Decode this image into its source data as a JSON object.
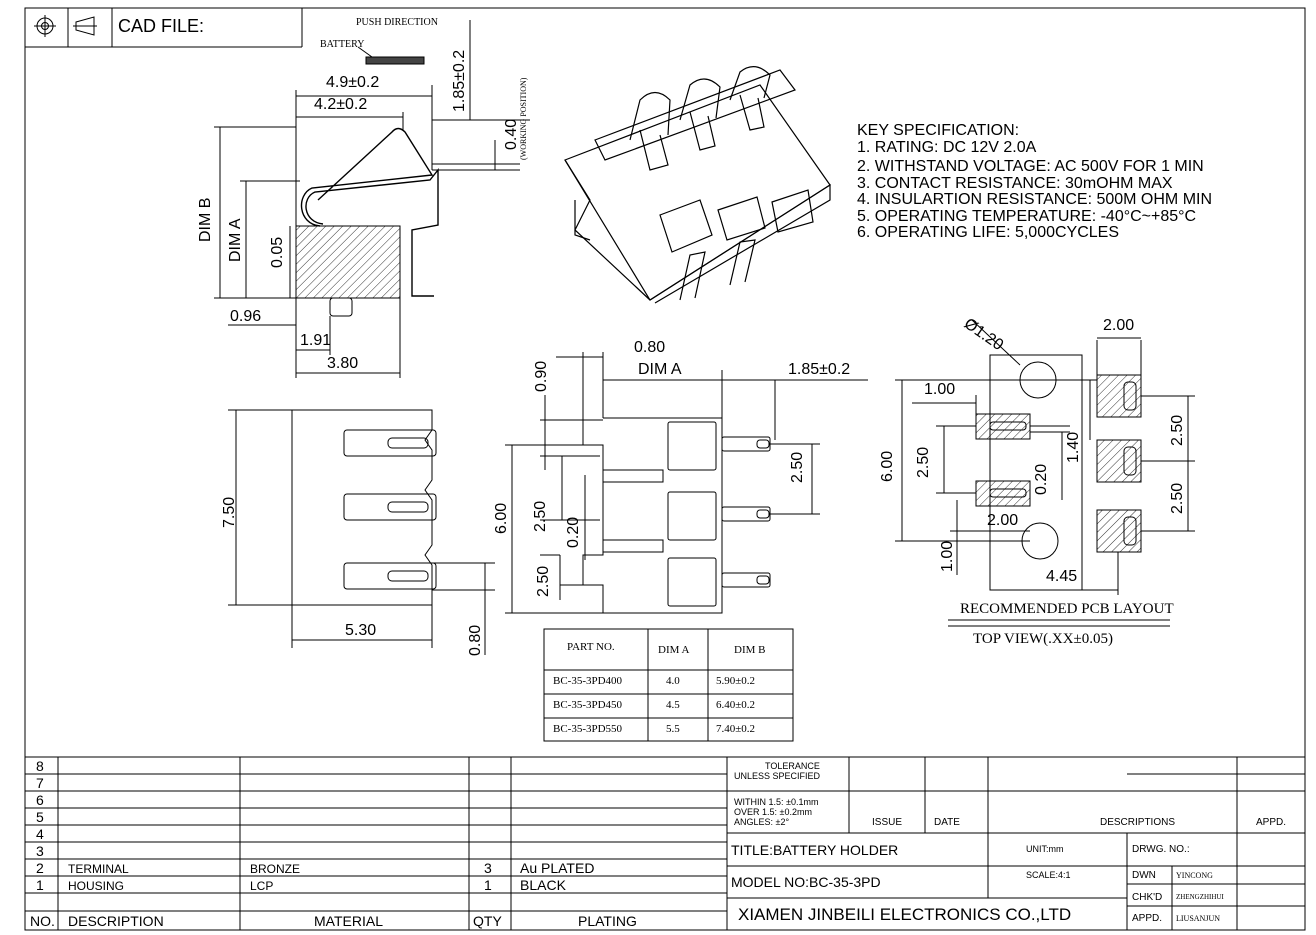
{
  "header": {
    "cad_file_label": "CAD FILE:",
    "push_direction": "PUSH DIRECTION",
    "battery": "BATTERY"
  },
  "side_view": {
    "dim_w1": "4.9±0.2",
    "dim_w2": "4.2±0.2",
    "dim_h_top": "1.85±0.2",
    "dim_040": "0.40",
    "working_position": "(WORKING POSITION)",
    "dim_b": "DIM B",
    "dim_a": "DIM A",
    "dim_005": "0.05",
    "dim_096": "0.96",
    "dim_191": "1.91",
    "dim_380": "3.80"
  },
  "spec": {
    "title": "KEY SPECIFICATION:",
    "lines": [
      "1. RATING: DC 12V 2.0A",
      "2. WITHSTAND VOLTAGE: AC 500V FOR 1 MIN",
      "3. CONTACT RESISTANCE: 30mOHM MAX",
      "4. INSULARTION RESISTANCE: 500M OHM MIN",
      "5. OPERATING TEMPERATURE: -40°C~+85°C",
      "6. OPERATING LIFE: 5,000CYCLES"
    ]
  },
  "top_view": {
    "dim_750": "7.50",
    "dim_530": "5.30",
    "dim_080": "0.80"
  },
  "front_view": {
    "dim_080": "0.80",
    "dim_a": "DIM A",
    "dim_185": "1.85±0.2",
    "dim_090": "0.90",
    "dim_250a": "2.50",
    "dim_600": "6.00",
    "dim_250b": "2.50",
    "dim_020": "0.20",
    "dim_250c": "2.50"
  },
  "pcb": {
    "dim_phi": "Ø1.20",
    "dim_200a": "2.00",
    "dim_100a": "1.00",
    "dim_600": "6.00",
    "dim_250a": "2.50",
    "dim_140": "1.40",
    "dim_250b": "2.50",
    "dim_020": "0.20",
    "dim_250c": "2.50",
    "dim_200b": "2.00",
    "dim_100b": "1.00",
    "dim_445": "4.45",
    "caption1": "RECOMMENDED PCB LAYOUT",
    "caption2": "TOP VIEW(.XX±0.05)"
  },
  "dim_table": {
    "headers": [
      "PART NO.",
      "DIM A",
      "DIM B"
    ],
    "rows": [
      [
        "BC-35-3PD400",
        "4.0",
        "5.90±0.2"
      ],
      [
        "BC-35-3PD450",
        "4.5",
        "6.40±0.2"
      ],
      [
        "BC-35-3PD550",
        "5.5",
        "7.40±0.2"
      ]
    ]
  },
  "bom": {
    "row_numbers": [
      "8",
      "7",
      "6",
      "5",
      "4",
      "3",
      "2",
      "1"
    ],
    "row2": {
      "desc": "TERMINAL",
      "material": "BRONZE",
      "qty": "3",
      "plating": "Au PLATED"
    },
    "row1": {
      "desc": "HOUSING",
      "material": "LCP",
      "qty": "1",
      "plating": "BLACK"
    },
    "headers": {
      "no": "NO.",
      "desc": "DESCRIPTION",
      "material": "MATERIAL",
      "qty": "QTY",
      "plating": "PLATING"
    }
  },
  "title_block": {
    "tolerance1": "TOLERANCE",
    "tolerance2": "UNLESS SPECIFIED",
    "within": "WITHIN 1.5: ±0.1mm",
    "over": "OVER 1.5:  ±0.2mm",
    "angles": "ANGLES: ±2°",
    "issue": "ISSUE",
    "date": "DATE",
    "descriptions": "DESCRIPTIONS",
    "appd": "APPD.",
    "title": "TITLE:BATTERY HOLDER",
    "unit": "UNIT:mm",
    "drwg": "DRWG. NO.:",
    "model": "MODEL NO:BC-35-3PD",
    "scale": "SCALE:4:1",
    "dwn": "DWN",
    "dwn_name": "YINCONG",
    "chkd": "CHK'D",
    "chkd_name": "ZHENGZHIHUI",
    "appd2": "APPD.",
    "appd_name": "LIUSANJUN",
    "company": "XIAMEN JINBEILI ELECTRONICS CO.,LTD"
  }
}
